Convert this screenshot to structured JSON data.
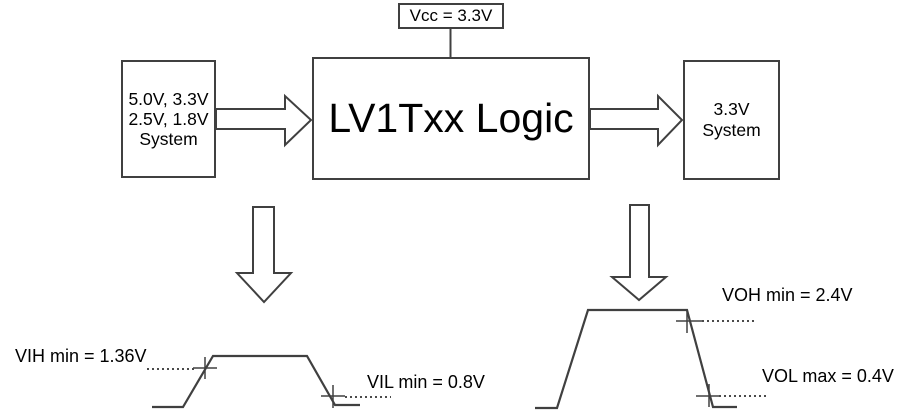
{
  "colors": {
    "line": "#404040",
    "text": "#000000",
    "background": "#ffffff"
  },
  "vcc_box": {
    "label": "Vcc = 3.3V"
  },
  "input_box": {
    "lines": [
      "5.0V, 3.3V",
      "2.5V, 1.8V",
      "System"
    ]
  },
  "logic_box": {
    "label": "LV1Txx Logic"
  },
  "output_box": {
    "lines": [
      "3.3V",
      "System"
    ]
  },
  "input_waveform": {
    "vih_label": "VIH min = 1.36V",
    "vil_label": "VIL min = 0.8V"
  },
  "output_waveform": {
    "voh_label": "VOH min = 2.4V",
    "vol_label": "VOL max = 0.4V"
  }
}
